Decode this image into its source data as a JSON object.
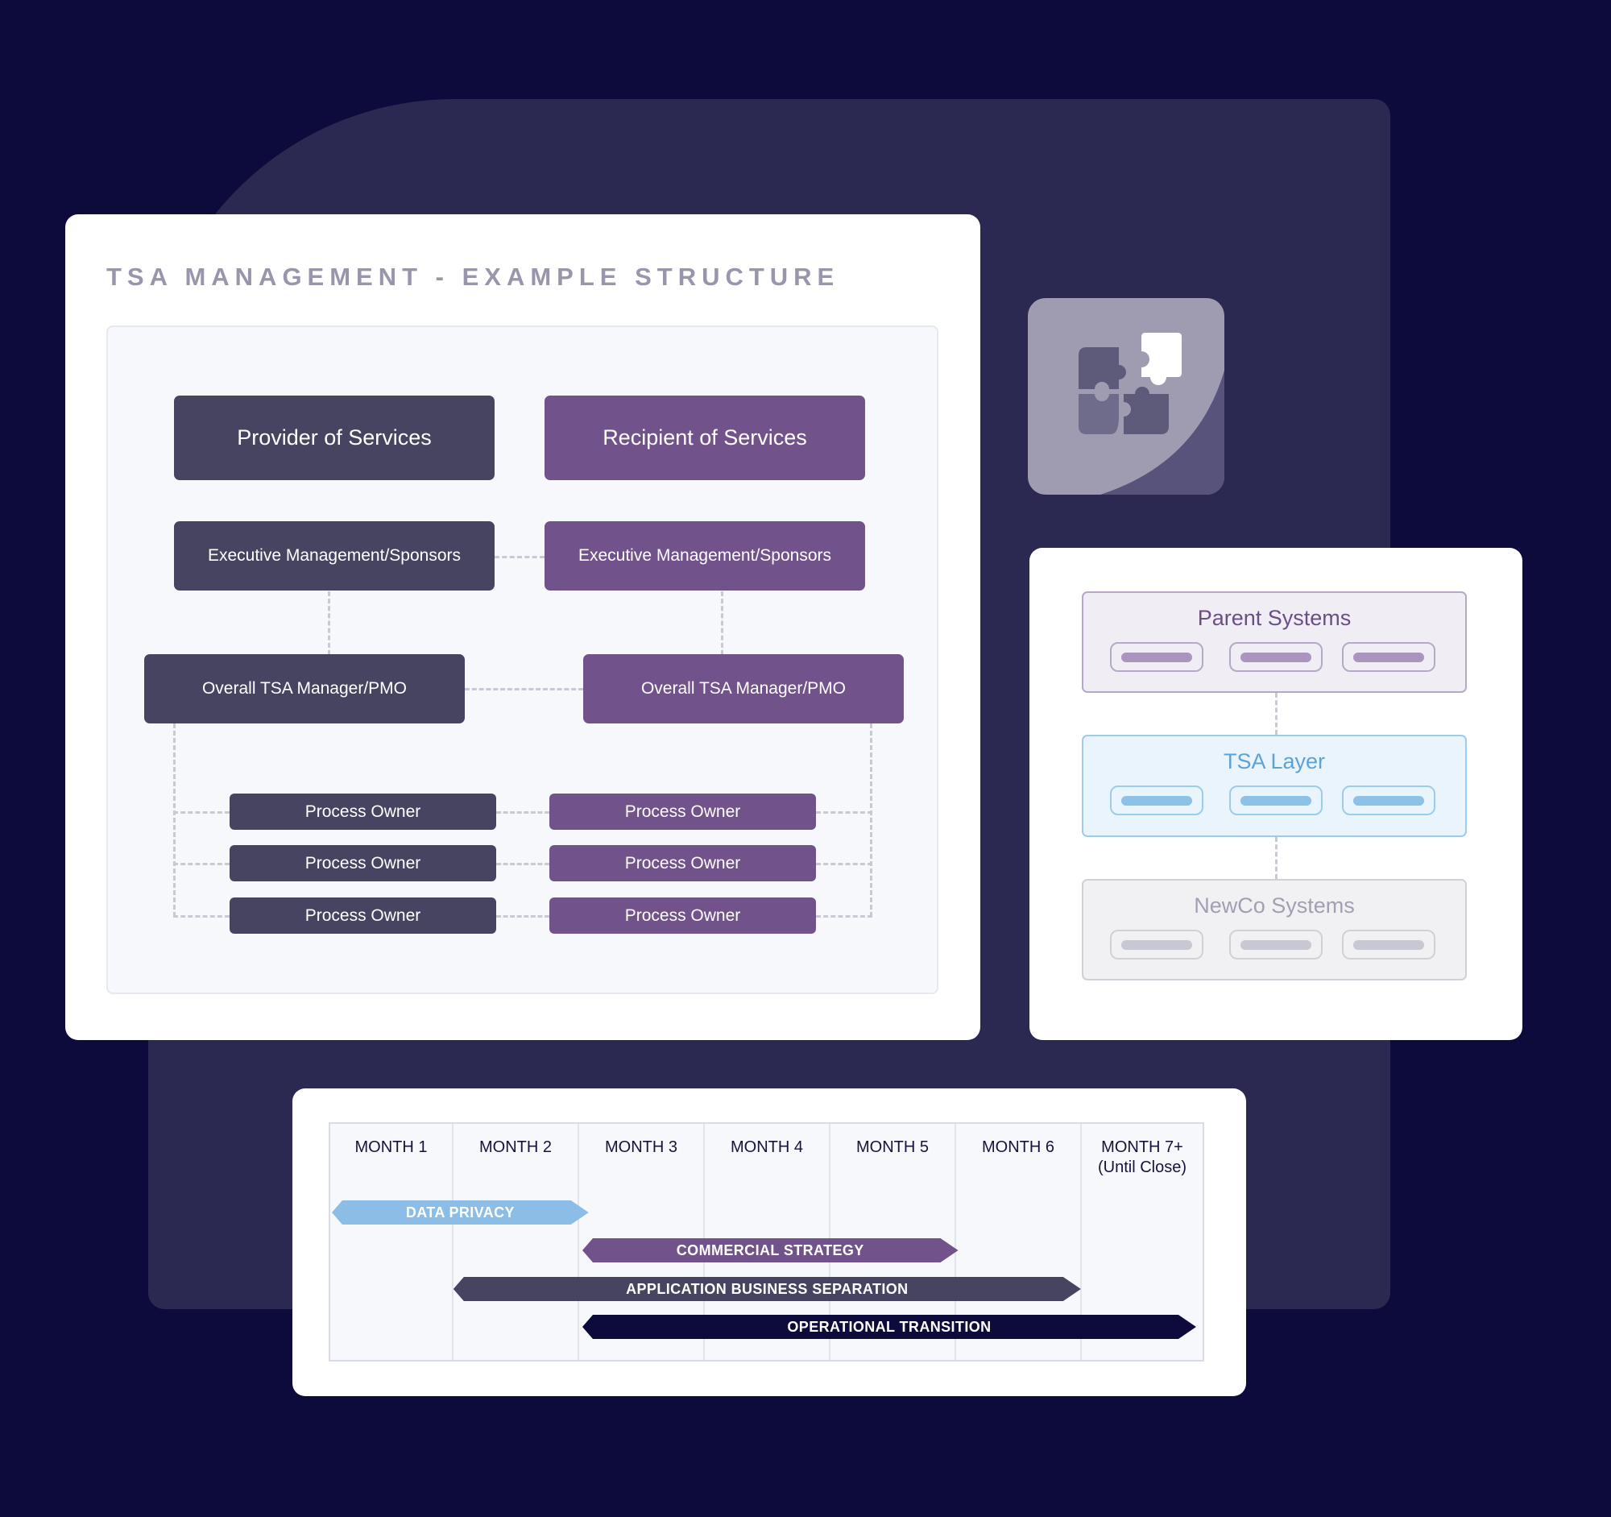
{
  "org_chart": {
    "title": "TSA MANAGEMENT - EXAMPLE STRUCTURE",
    "provider": {
      "header": "Provider of Services",
      "executive": "Executive Management/Sponsors",
      "manager": "Overall TSA Manager/PMO",
      "process_owners": [
        "Process Owner",
        "Process Owner",
        "Process Owner"
      ]
    },
    "recipient": {
      "header": "Recipient of Services",
      "executive": "Executive Management/Sponsors",
      "manager": "Overall TSA Manager/PMO",
      "process_owners": [
        "Process Owner",
        "Process Owner",
        "Process Owner"
      ]
    },
    "colors": {
      "provider": "#474462",
      "recipient": "#72528b",
      "connector": "#c9c9d6"
    }
  },
  "puzzle_tile": {
    "icon": "puzzle-icon"
  },
  "systems": {
    "layers": [
      {
        "title": "Parent Systems",
        "slots": 3,
        "color": "#6b4e86",
        "fill": "#f0eef4",
        "border": "#b7a8c8",
        "bar": "#a995bd"
      },
      {
        "title": "TSA Layer",
        "slots": 3,
        "color": "#5da2d8",
        "fill": "#eaf4fc",
        "border": "#9ccbed",
        "bar": "#8cc1e8"
      },
      {
        "title": "NewCo Systems",
        "slots": 3,
        "color": "#a19fb3",
        "fill": "#f1f1f4",
        "border": "#d0d0d9",
        "bar": "#c8c8d2"
      }
    ]
  },
  "timeline": {
    "months": [
      {
        "label": "MONTH 1",
        "sub": ""
      },
      {
        "label": "MONTH 2",
        "sub": ""
      },
      {
        "label": "MONTH 3",
        "sub": ""
      },
      {
        "label": "MONTH 4",
        "sub": ""
      },
      {
        "label": "MONTH 5",
        "sub": ""
      },
      {
        "label": "MONTH 6",
        "sub": ""
      },
      {
        "label": "MONTH 7+",
        "sub": "(Until Close)"
      }
    ],
    "workstreams": [
      {
        "label": "DATA PRIVACY",
        "start": 0.0,
        "end": 2.05,
        "color": "#8bbde6"
      },
      {
        "label": "COMMERCIAL STRATEGY",
        "start": 2.0,
        "end": 5.0,
        "color": "#72528b"
      },
      {
        "label": "APPLICATION BUSINESS SEPARATION",
        "start": 0.97,
        "end": 5.98,
        "color": "#474462"
      },
      {
        "label": "OPERATIONAL TRANSITION",
        "start": 2.0,
        "end": 6.9,
        "color": "#0d0a3c"
      }
    ]
  }
}
